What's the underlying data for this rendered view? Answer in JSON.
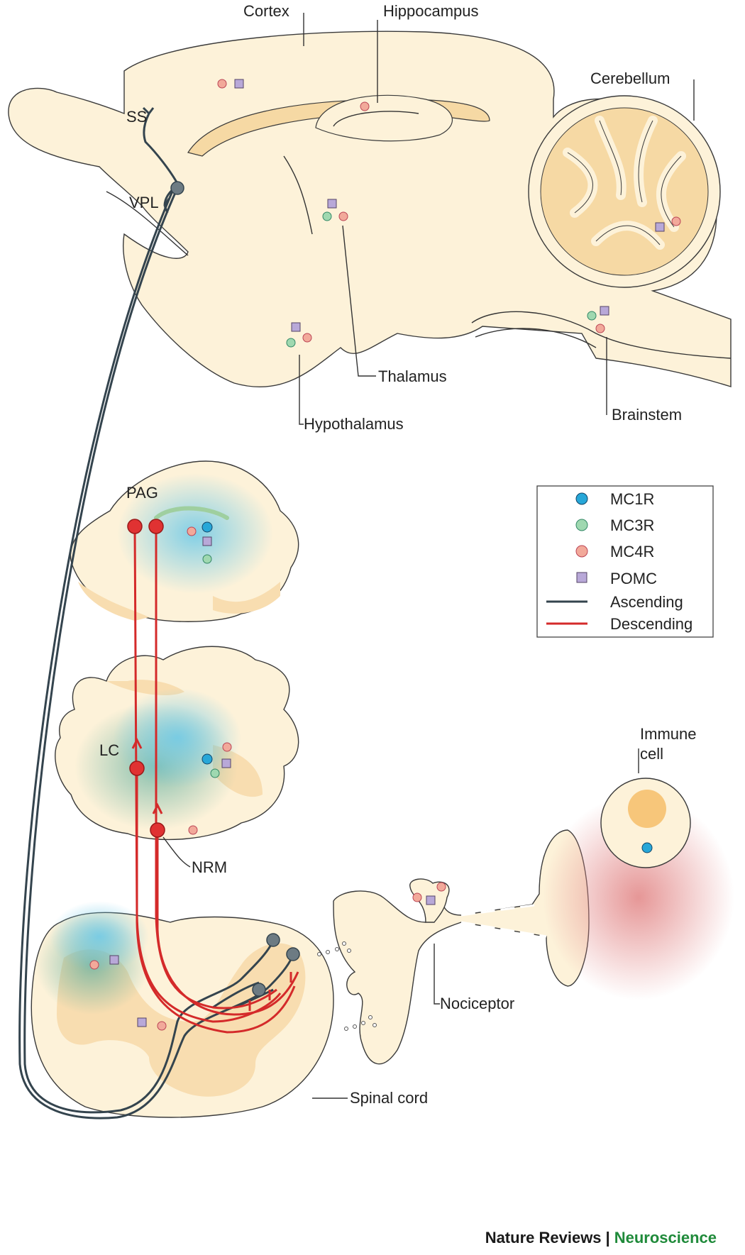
{
  "labels": {
    "cortex": "Cortex",
    "hippocampus": "Hippocampus",
    "cerebellum": "Cerebellum",
    "ss": "SS",
    "vpl": "VPL",
    "thalamus": "Thalamus",
    "hypothalamus": "Hypothalamus",
    "brainstem": "Brainstem",
    "pag": "PAG",
    "lc": "LC",
    "nrm": "NRM",
    "immune_cell_line1": "Immune",
    "immune_cell_line2": "cell",
    "nociceptor": "Nociceptor",
    "spinal_cord": "Spinal cord"
  },
  "legend": {
    "items": [
      {
        "label": "MC1R",
        "symbol": "circle",
        "color": "#27a7d8"
      },
      {
        "label": "MC3R",
        "symbol": "circle",
        "color": "#9fd8b0"
      },
      {
        "label": "MC4R",
        "symbol": "circle",
        "color": "#f2a99a"
      },
      {
        "label": "POMC",
        "symbol": "square",
        "color": "#b8a8d8"
      },
      {
        "label": "Ascending",
        "symbol": "line",
        "color": "#34444e"
      },
      {
        "label": "Descending",
        "symbol": "line",
        "color": "#d42a2a"
      }
    ]
  },
  "credit": {
    "journal": "Nature Reviews",
    "separator": "|",
    "subject": "Neuroscience"
  },
  "colors": {
    "tissue": "#fdf2d9",
    "tissue_deep": "#f8ddb0",
    "ascending": "#34444e",
    "descending": "#d42a2a",
    "mc1r": "#27a7d8",
    "mc3r": "#9fd8b0",
    "mc4r": "#f2a99a",
    "pomc": "#b8a8d8",
    "credit_green": "#1f8a3a"
  }
}
